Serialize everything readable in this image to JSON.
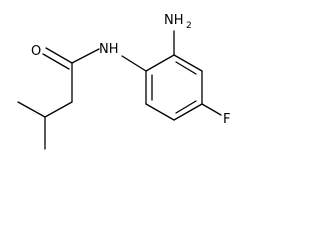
{
  "molecule": {
    "atoms": {
      "amine_n": "NH",
      "amine_sub": "2",
      "amide_n": "NH",
      "carbonyl_o": "O",
      "fluorine": "F"
    },
    "colors": {
      "bond": "#000000",
      "label": "#000000",
      "background": "#ffffff"
    }
  }
}
